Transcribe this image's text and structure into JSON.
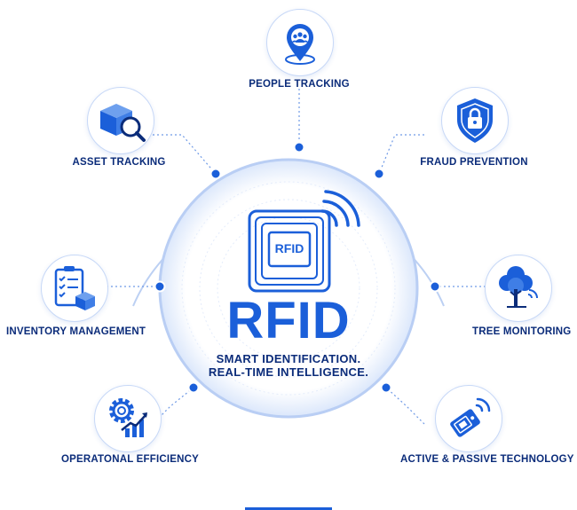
{
  "center": {
    "chip_label": "RFID",
    "title": "RFID",
    "tagline_line1": "SMART IDENTIFICATION.",
    "tagline_line2": "REAL-TIME INTELLIGENCE."
  },
  "features": {
    "people_tracking": "PEOPLE TRACKING",
    "asset_tracking": "ASSET TRACKING",
    "fraud_prevention": "FRAUD PREVENTION",
    "inventory_management": "INVENTORY MANAGEMENT",
    "tree_monitoring": "TREE MONITORING",
    "operational_efficiency": "OPERATONAL EFFICIENCY",
    "active_passive": "ACTIVE & PASSIVE TECHNOLOGY"
  },
  "icons": {
    "people": "people-location-pin-icon",
    "asset": "box-magnifier-icon",
    "fraud": "shield-lock-icon",
    "inventory": "checklist-box-icon",
    "tree": "tree-signal-icon",
    "efficiency": "gear-growth-chart-icon",
    "active_passive": "rfid-tag-signal-icon"
  },
  "colors": {
    "primary": "#1b5fd9",
    "dark_text": "#0b2c7a",
    "light_ring": "#c7d8f7"
  }
}
